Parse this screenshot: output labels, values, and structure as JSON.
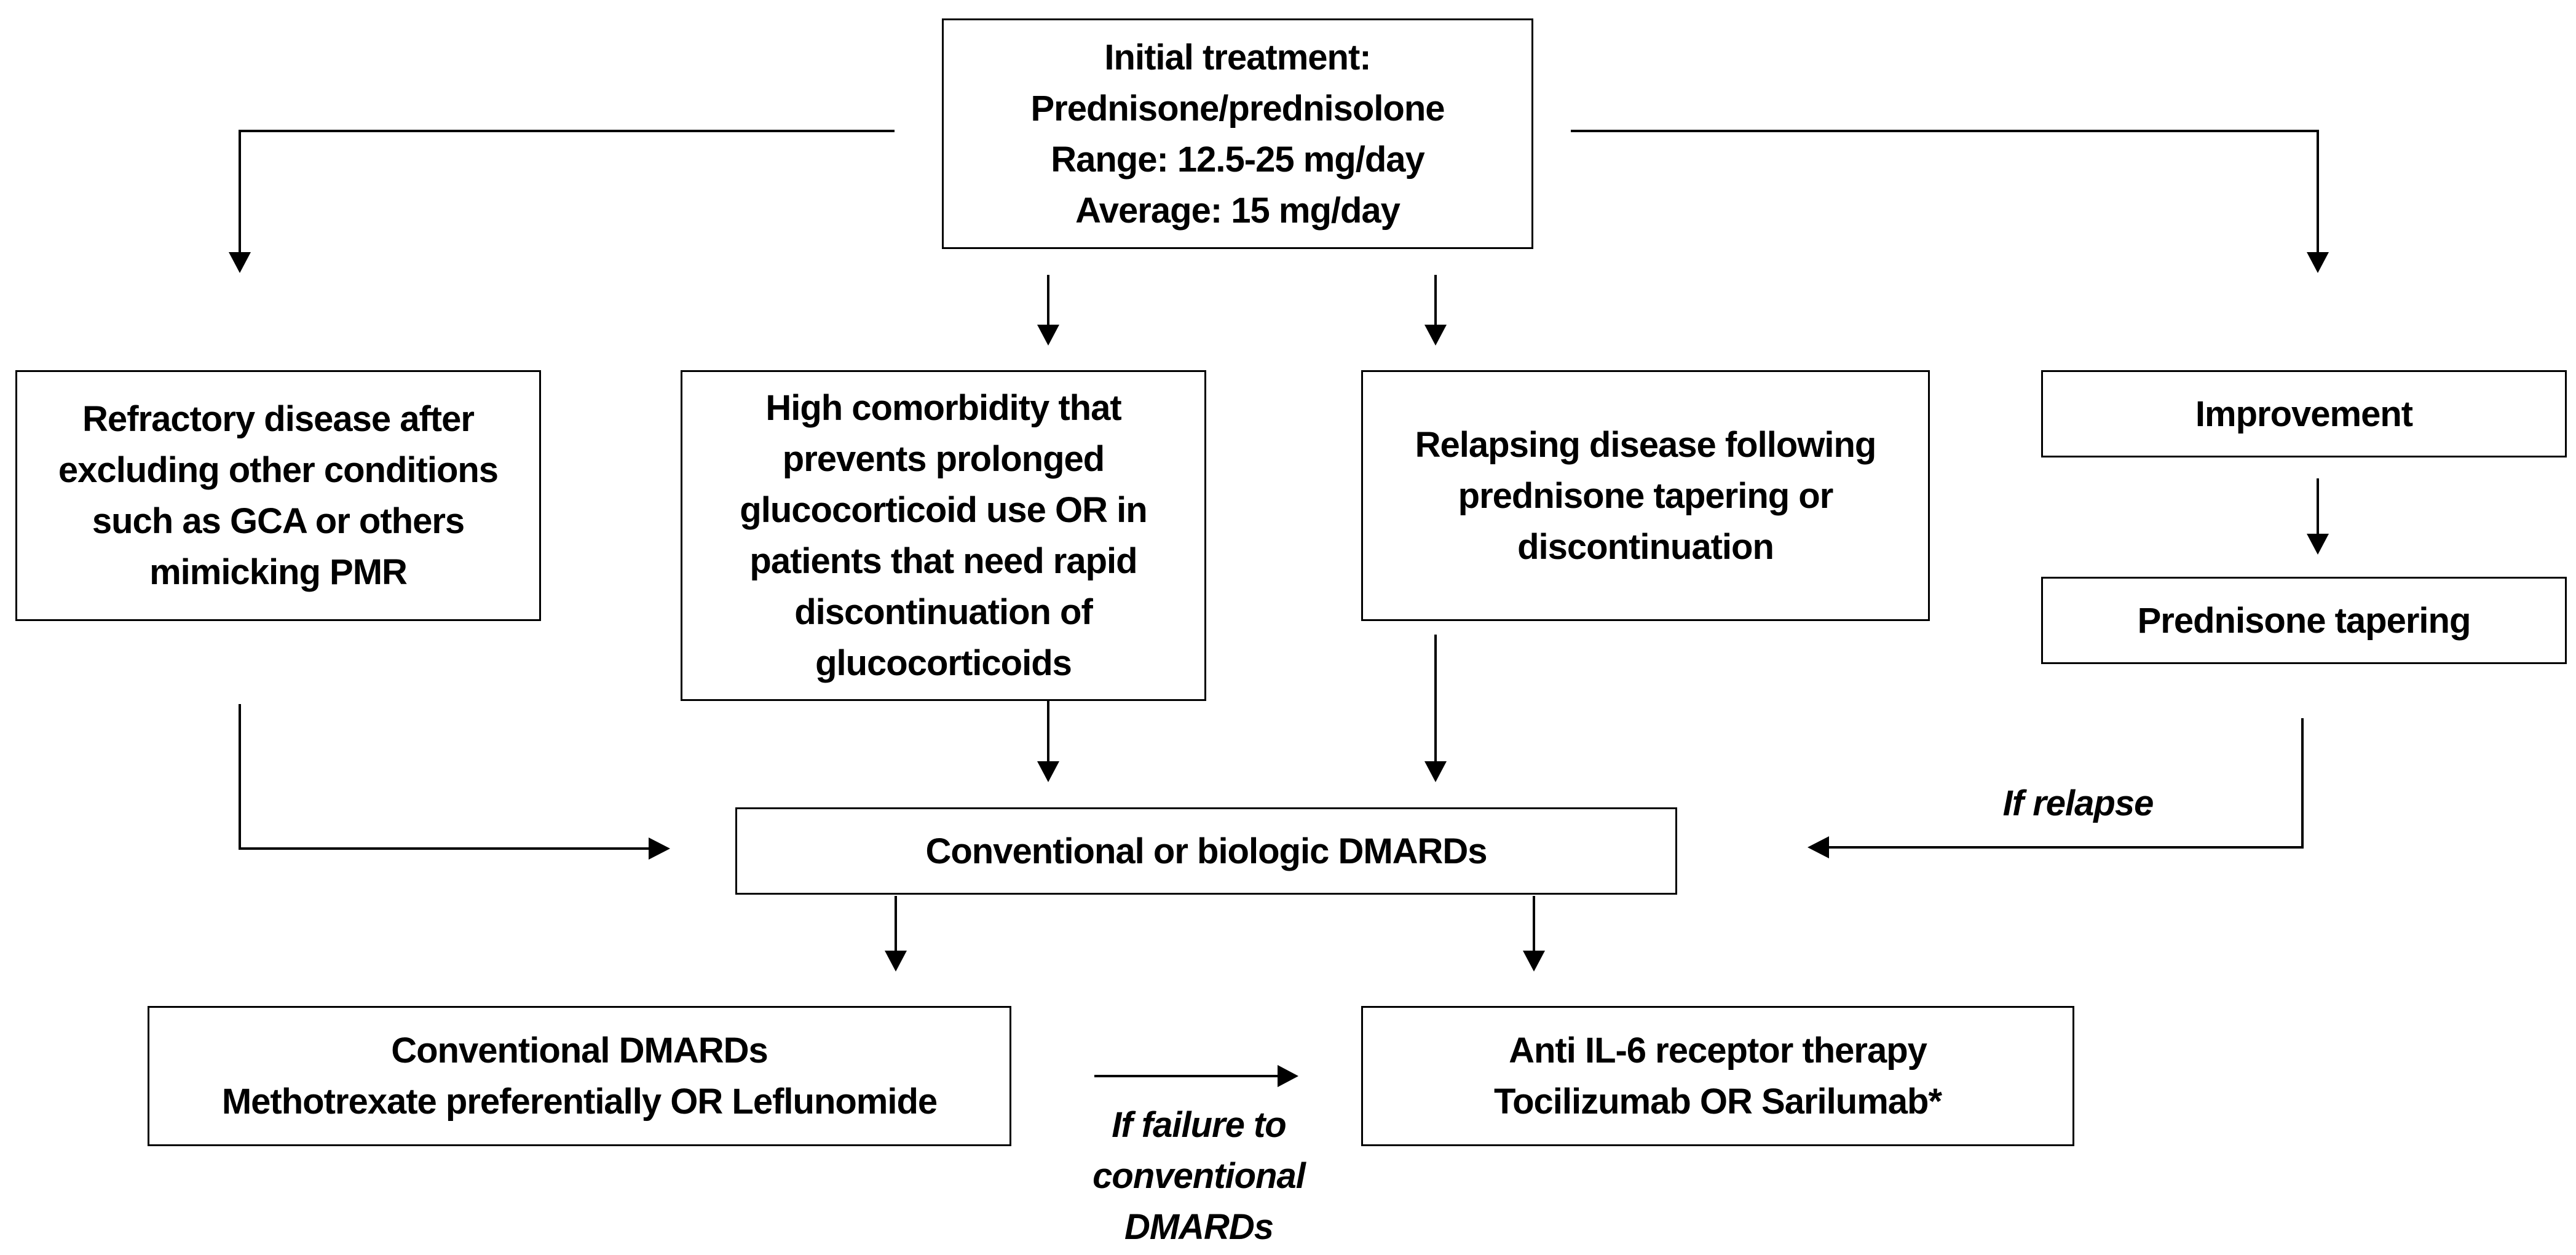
{
  "nodes": {
    "initial_treatment": {
      "lines": [
        "Initial treatment:",
        "Prednisone/prednisolone",
        "Range: 12.5-25 mg/day",
        "Average: 15 mg/day"
      ]
    },
    "refractory": {
      "lines": [
        "Refractory disease after",
        "excluding other conditions",
        "such as GCA or others",
        "mimicking PMR"
      ]
    },
    "high_comorbidity": {
      "lines": [
        "High comorbidity that",
        "prevents prolonged",
        "glucocorticoid use OR in",
        "patients that need rapid",
        "discontinuation of",
        "glucocorticoids"
      ]
    },
    "relapsing": {
      "lines": [
        "Relapsing disease following",
        "prednisone tapering or",
        "discontinuation"
      ]
    },
    "improvement": {
      "lines": [
        "Improvement"
      ]
    },
    "prednisone_tapering": {
      "lines": [
        "Prednisone tapering"
      ]
    },
    "dmards": {
      "lines": [
        "Conventional or biologic DMARDs"
      ]
    },
    "conventional": {
      "lines": [
        "Conventional DMARDs",
        "Methotrexate preferentially OR Leflunomide"
      ]
    },
    "anti_il6": {
      "lines": [
        "Anti IL-6 receptor therapy",
        "Tocilizumab OR Sarilumab*"
      ]
    }
  },
  "edge_labels": {
    "if_relapse": [
      "If relapse"
    ],
    "if_failure": [
      "If failure to",
      "conventional",
      "DMARDs"
    ]
  },
  "colors": {
    "stroke": "#000000",
    "background": "#ffffff"
  }
}
